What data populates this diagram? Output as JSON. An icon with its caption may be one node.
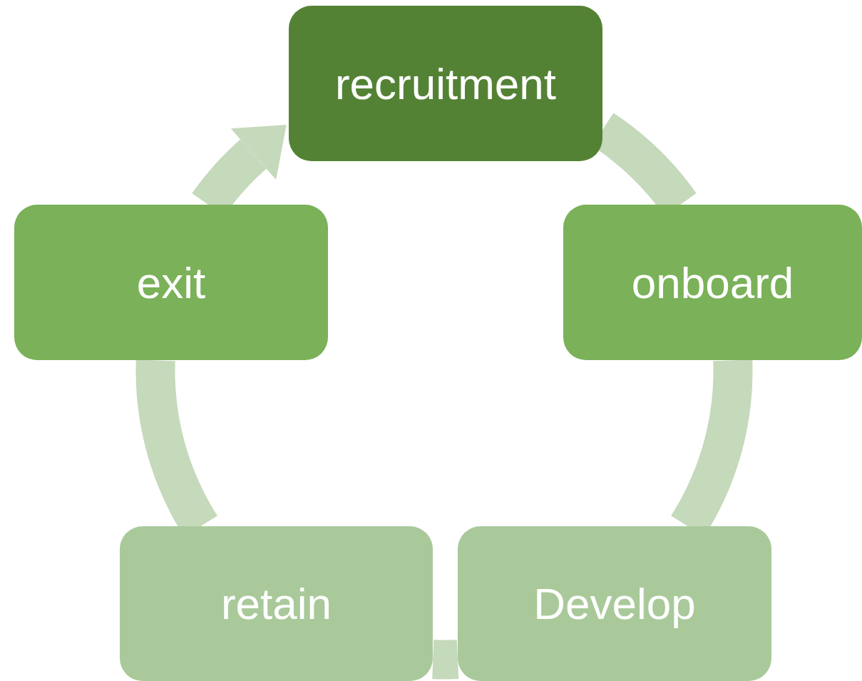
{
  "diagram": {
    "nodes": [
      {
        "text": [
          "recruitment"
        ]
      },
      {
        "text": [
          "onboard"
        ]
      },
      {
        "text": [
          "Develop"
        ]
      },
      {
        "text": [
          "retain"
        ]
      },
      {
        "text": [
          "exit"
        ]
      }
    ],
    "edges": [
      {
        "from": 0,
        "to": 1,
        "arrow": "none"
      },
      {
        "from": 1,
        "to": 2,
        "arrow": "none"
      },
      {
        "from": 2,
        "to": 3,
        "arrow": "none"
      },
      {
        "from": 3,
        "to": 4,
        "arrow": "none"
      },
      {
        "from": 4,
        "to": 0,
        "arrow": "to"
      }
    ]
  }
}
